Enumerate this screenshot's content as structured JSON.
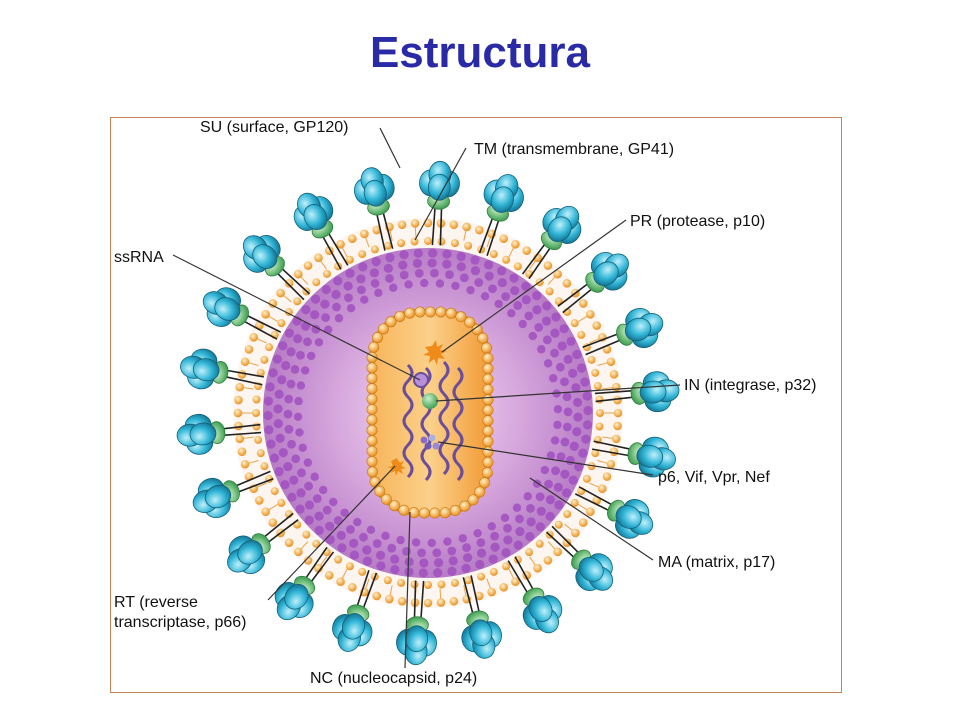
{
  "slide": {
    "title": "Estructura",
    "title_color": "#2a2aa6"
  },
  "labels": {
    "su": "SU (surface, GP120)",
    "tm": "TM (transmembrane, GP41)",
    "pr": "PR (protease, p10)",
    "ssrna": "ssRNA",
    "in": "IN (integrase, p32)",
    "p6": "p6, Vif, Vpr, Nef",
    "ma": "MA (matrix, p17)",
    "rt_line1": "RT (reverse",
    "rt_line2": "transcriptase, p66)",
    "nc": "NC (nucleocapsid, p24)"
  },
  "colors": {
    "spike_cyan": "#2fb7d6",
    "spike_green": "#5dbf6a",
    "membrane_orange": "#f3a94a",
    "matrix_purple": "#9b4fb8",
    "capsid_orange": "#f6a540",
    "rna_purple": "#6a4e9c",
    "frame_border": "#c9835a"
  }
}
